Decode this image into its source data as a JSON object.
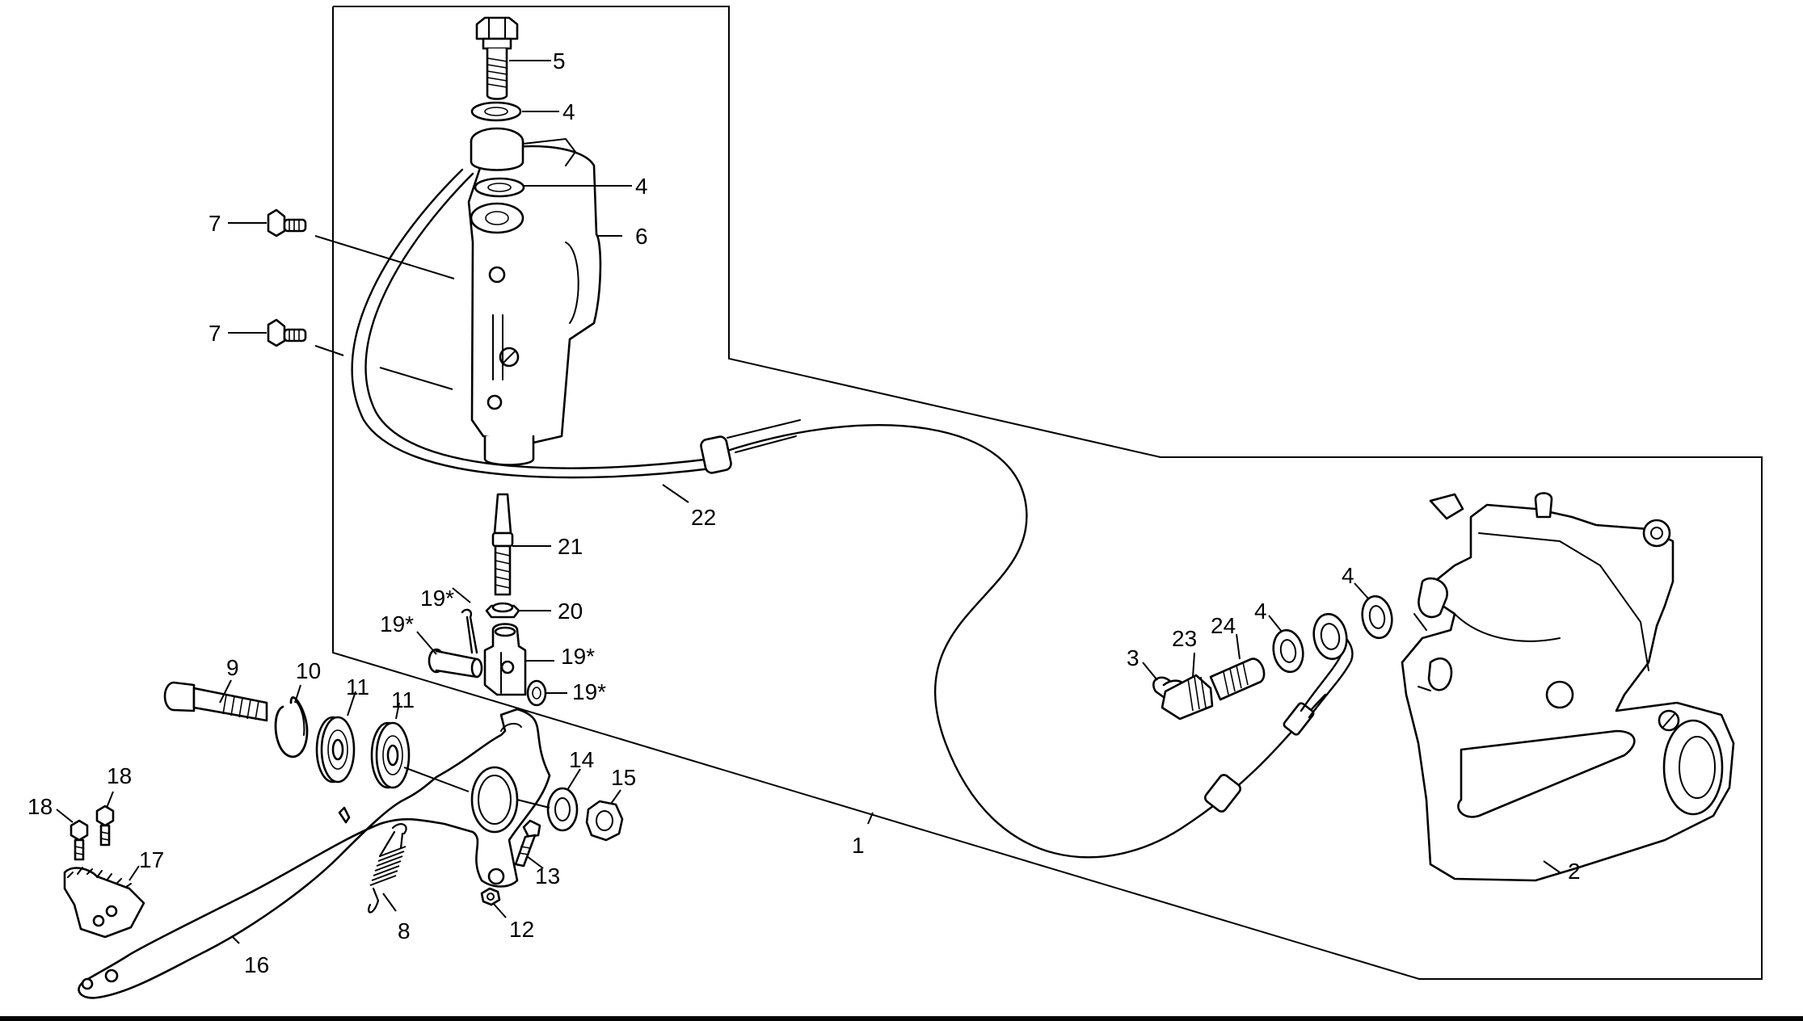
{
  "diagram": {
    "callouts": {
      "c5": "5",
      "c4a": "4",
      "c4b": "4",
      "c6": "6",
      "c7a": "7",
      "c7b": "7",
      "c22": "22",
      "c21": "21",
      "c20": "20",
      "c19a": "19*",
      "c19b": "19*",
      "c19c": "19*",
      "c19d": "19*",
      "c9": "9",
      "c10": "10",
      "c11a": "11",
      "c11b": "11",
      "c14": "14",
      "c15": "15",
      "c18a": "18",
      "c18b": "18",
      "c17": "17",
      "c13": "13",
      "c8": "8",
      "c12": "12",
      "c16": "16",
      "c1": "1",
      "c3": "3",
      "c23": "23",
      "c24": "24",
      "c4c": "4",
      "c4d": "4",
      "c2": "2"
    }
  }
}
